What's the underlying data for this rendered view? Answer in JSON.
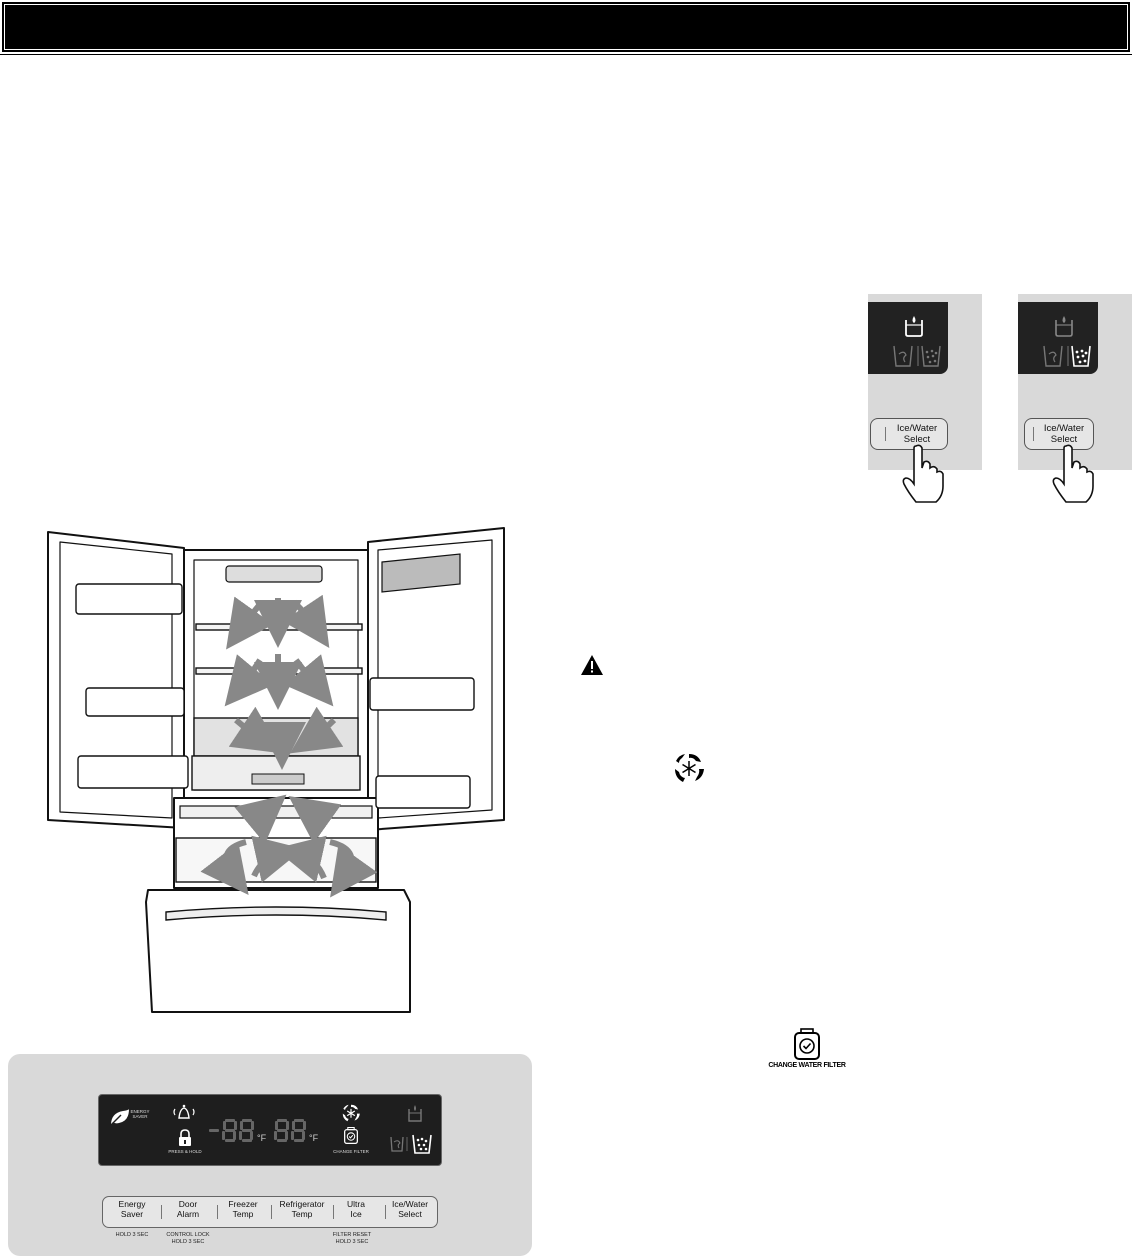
{
  "header": {
    "title": ""
  },
  "dispenser_left": {
    "button_line1": "Ice/Water",
    "button_line2": "Select"
  },
  "dispenser_right": {
    "button_line1": "Ice/Water",
    "button_line2": "Select"
  },
  "filter_icon_label": "CHANGE WATER FILTER",
  "control_panel": {
    "display": {
      "energy_saver_label": "ENERGY SAVER",
      "press_hold_label": "PRESS & HOLD",
      "change_filter_label": "CHANGE FILTER",
      "freezer_unit": "°F",
      "fridge_unit": "°F"
    },
    "buttons": [
      {
        "line1": "Energy",
        "line2": "Saver"
      },
      {
        "line1": "Door",
        "line2": "Alarm"
      },
      {
        "line1": "Freezer",
        "line2": "Temp"
      },
      {
        "line1": "Refrigerator",
        "line2": "Temp"
      },
      {
        "line1": "Ultra",
        "line2": "Ice"
      },
      {
        "line1": "Ice/Water",
        "line2": "Select"
      }
    ],
    "sublabels": {
      "energy_saver": "HOLD 3 SEC",
      "door_alarm_1": "CONTROL LOCK",
      "door_alarm_2": "HOLD 3 SEC",
      "ultra_ice_1": "FILTER RESET",
      "ultra_ice_2": "HOLD 3 SEC"
    }
  }
}
